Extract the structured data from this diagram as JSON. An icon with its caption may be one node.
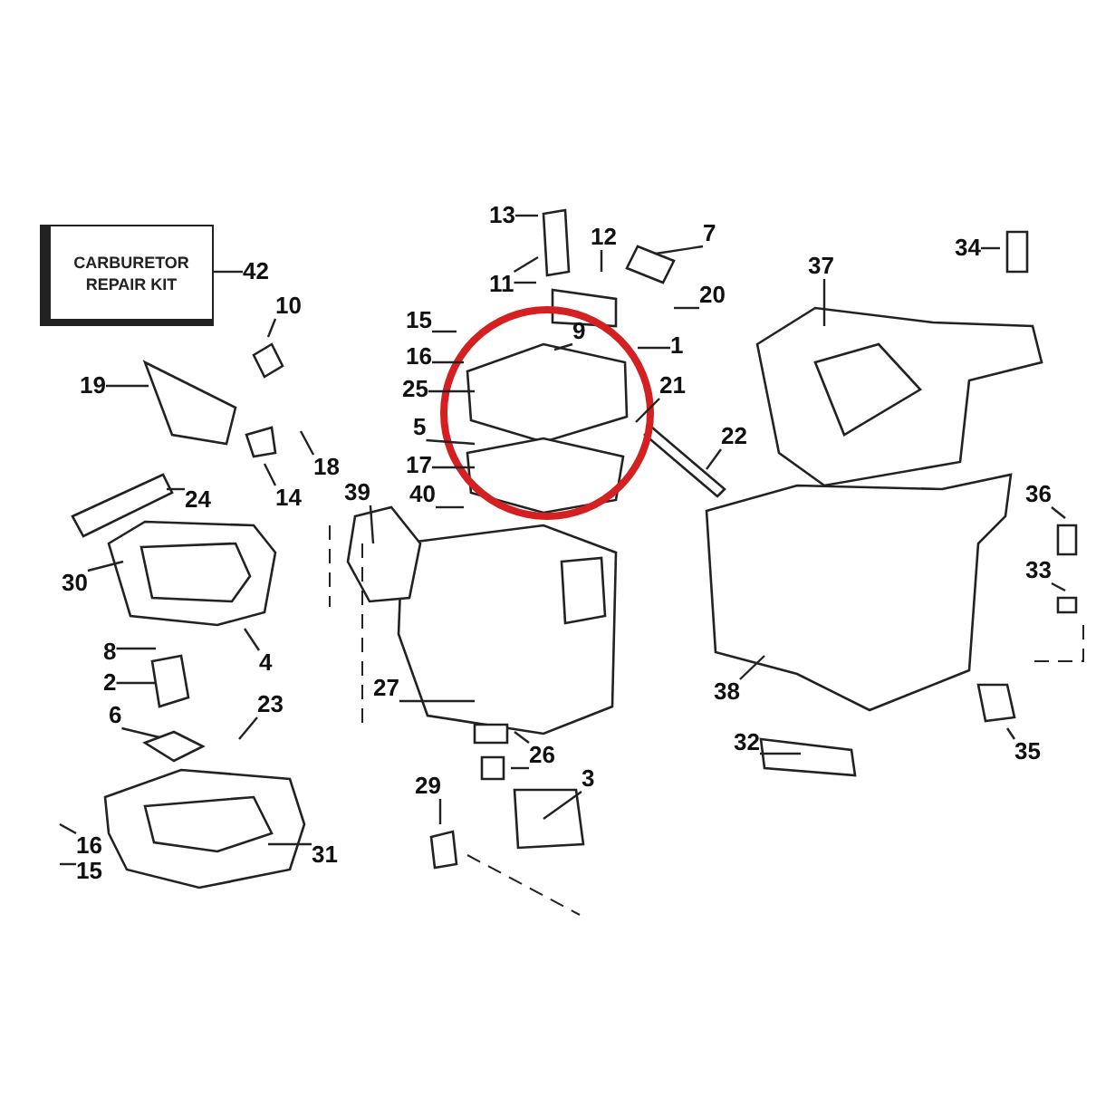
{
  "diagram": {
    "nodes": [
      {
        "text": [
          "CARBURETOR REPAIR KIT"
        ]
      },
      {
        "text": [
          "13"
        ]
      },
      {
        "text": [
          "12"
        ]
      },
      {
        "text": [
          "7"
        ]
      },
      {
        "text": [
          "34"
        ]
      },
      {
        "text": [
          "11"
        ]
      },
      {
        "text": [
          "20"
        ]
      },
      {
        "text": [
          "37"
        ]
      },
      {
        "text": [
          "42"
        ]
      },
      {
        "text": [
          "10"
        ]
      },
      {
        "text": [
          "15"
        ]
      },
      {
        "text": [
          "16"
        ]
      },
      {
        "text": [
          "9"
        ]
      },
      {
        "text": [
          "1"
        ]
      },
      {
        "text": [
          "25"
        ]
      },
      {
        "text": [
          "19"
        ]
      },
      {
        "text": [
          "21"
        ]
      },
      {
        "text": [
          "22"
        ]
      },
      {
        "text": [
          "5"
        ]
      },
      {
        "text": [
          "17"
        ]
      },
      {
        "text": [
          "39"
        ]
      },
      {
        "text": [
          "40"
        ]
      },
      {
        "text": [
          "14"
        ]
      },
      {
        "text": [
          "18"
        ]
      },
      {
        "text": [
          "24"
        ]
      },
      {
        "text": [
          "36"
        ]
      },
      {
        "text": [
          "33"
        ]
      },
      {
        "text": [
          "30"
        ]
      },
      {
        "text": [
          "8"
        ]
      },
      {
        "text": [
          "4"
        ]
      },
      {
        "text": [
          "2"
        ]
      },
      {
        "text": [
          "6"
        ]
      },
      {
        "text": [
          "23"
        ]
      },
      {
        "text": [
          "27"
        ]
      },
      {
        "text": [
          "38"
        ]
      },
      {
        "text": [
          "26"
        ]
      },
      {
        "text": [
          "35"
        ]
      },
      {
        "text": [
          "32"
        ]
      },
      {
        "text": [
          "3"
        ]
      },
      {
        "text": [
          "29"
        ]
      },
      {
        "text": [
          "16"
        ]
      },
      {
        "text": [
          "31"
        ]
      },
      {
        "text": [
          "15"
        ]
      }
    ],
    "edges": [
      {
        "from": 8,
        "to": 0,
        "arrow": "none"
      },
      {
        "from": 1,
        "to": null,
        "arrow": "none"
      },
      {
        "from": 2,
        "to": null,
        "arrow": "none"
      },
      {
        "from": 3,
        "to": null,
        "arrow": "none"
      },
      {
        "from": 4,
        "to": null,
        "arrow": "none"
      },
      {
        "from": 5,
        "to": null,
        "arrow": "none"
      },
      {
        "from": 5,
        "to": null,
        "arrow": "none"
      },
      {
        "from": 6,
        "to": null,
        "arrow": "none"
      },
      {
        "from": 7,
        "to": null,
        "arrow": "none"
      },
      {
        "from": 9,
        "to": null,
        "arrow": "none"
      },
      {
        "from": 10,
        "to": null,
        "arrow": "none"
      },
      {
        "from": 11,
        "to": null,
        "arrow": "none"
      },
      {
        "from": 12,
        "to": null,
        "arrow": "none"
      },
      {
        "from": 13,
        "to": null,
        "arrow": "none"
      },
      {
        "from": 14,
        "to": null,
        "arrow": "none"
      },
      {
        "from": 15,
        "to": null,
        "arrow": "none"
      },
      {
        "from": 16,
        "to": null,
        "arrow": "none"
      },
      {
        "from": 17,
        "to": null,
        "arrow": "none"
      },
      {
        "from": 18,
        "to": null,
        "arrow": "none"
      },
      {
        "from": 19,
        "to": null,
        "arrow": "none"
      },
      {
        "from": 20,
        "to": null,
        "arrow": "none"
      },
      {
        "from": 21,
        "to": null,
        "arrow": "none"
      },
      {
        "from": 22,
        "to": null,
        "arrow": "none"
      },
      {
        "from": 23,
        "to": null,
        "arrow": "none"
      },
      {
        "from": 24,
        "to": null,
        "arrow": "none"
      },
      {
        "from": 25,
        "to": null,
        "arrow": "none"
      },
      {
        "from": 26,
        "to": null,
        "arrow": "none"
      },
      {
        "from": 27,
        "to": null,
        "arrow": "none"
      },
      {
        "from": 28,
        "to": null,
        "arrow": "none"
      },
      {
        "from": 29,
        "to": null,
        "arrow": "none"
      },
      {
        "from": 30,
        "to": null,
        "arrow": "none"
      },
      {
        "from": 31,
        "to": null,
        "arrow": "none"
      },
      {
        "from": 32,
        "to": null,
        "arrow": "none"
      },
      {
        "from": 33,
        "to": null,
        "arrow": "none"
      },
      {
        "from": 34,
        "to": null,
        "arrow": "none"
      },
      {
        "from": 35,
        "to": null,
        "arrow": "none"
      },
      {
        "from": 35,
        "to": null,
        "arrow": "none"
      },
      {
        "from": 36,
        "to": null,
        "arrow": "none"
      },
      {
        "from": 37,
        "to": null,
        "arrow": "none"
      },
      {
        "from": 38,
        "to": null,
        "arrow": "none"
      },
      {
        "from": 39,
        "to": null,
        "arrow": "none"
      },
      {
        "from": 40,
        "to": null,
        "arrow": "none"
      },
      {
        "from": 41,
        "to": null,
        "arrow": "none"
      },
      {
        "from": 42,
        "to": null,
        "arrow": "none"
      }
    ]
  }
}
